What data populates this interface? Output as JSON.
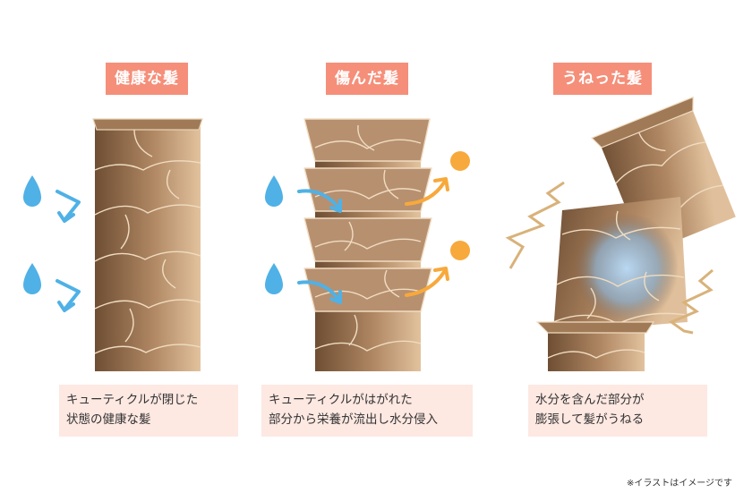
{
  "panels": [
    {
      "title": "健康な髪",
      "caption_lines": [
        "キューティクルが閉じた",
        "状態の健康な髪"
      ]
    },
    {
      "title": "傷んだ髪",
      "caption_lines": [
        "キューティクルがはがれた",
        "部分から栄養が流出し水分侵入"
      ]
    },
    {
      "title": "うねった髪",
      "caption_lines": [
        "水分を含んだ部分が",
        "膨張して髪がうねる"
      ]
    }
  ],
  "footnote": "※イラストはイメージです",
  "colors": {
    "label_bg": "#f58f7a",
    "caption_bg": "#fde8e2",
    "hair_dark": "#7d5a3d",
    "hair_light": "#d8b48e",
    "water": "#4fb1e6",
    "nutrient": "#f7a93b",
    "wavy_mark": "#d9b27a"
  },
  "icons": [
    "water-drop-icon",
    "inflow-arrow-icon",
    "nutrient-dot-icon",
    "outflow-arrow-icon",
    "zigzag-mark-icon"
  ]
}
